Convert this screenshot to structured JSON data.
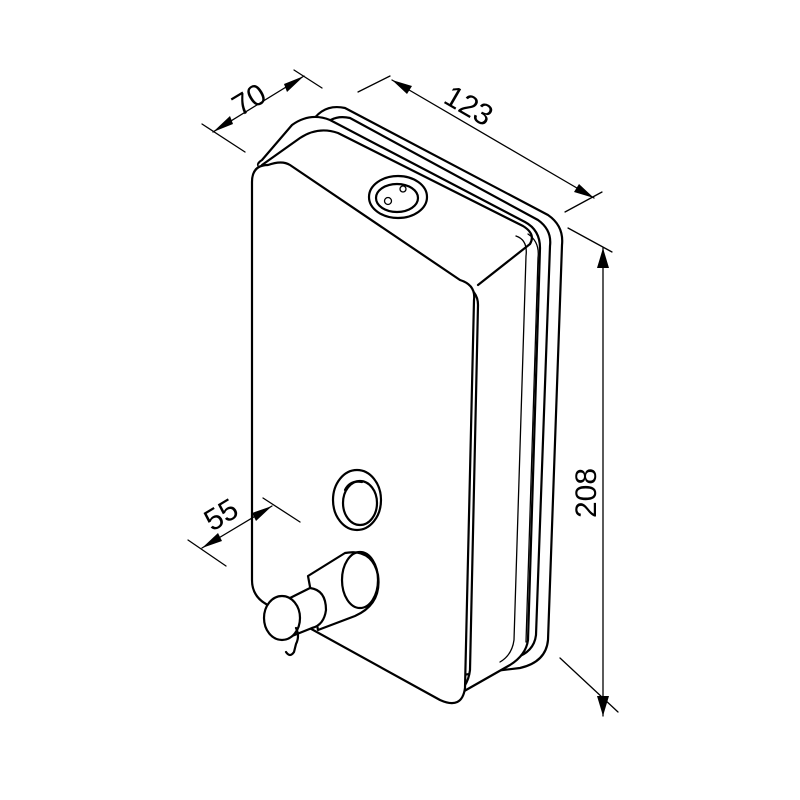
{
  "dimensions": {
    "depth": "70",
    "width": "123",
    "height": "208",
    "spout_offset": "55"
  },
  "colors": {
    "line": "#000000",
    "background": "#ffffff"
  }
}
